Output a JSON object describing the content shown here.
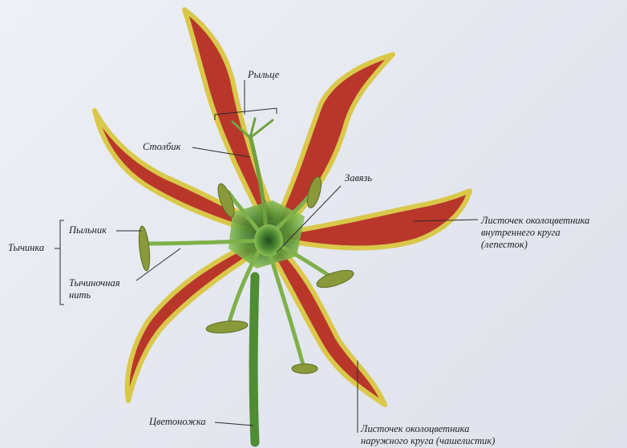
{
  "labels": {
    "stigma": "Рыльце",
    "style": "Столбик",
    "ovary": "Завязь",
    "anther": "Пыльник",
    "stamen": "Тычинка",
    "filament": "Тычиночная\nнить",
    "inner_tepal": "Листочек околоцветника\nвнутреннего круга\n(лепесток)",
    "outer_tepal": "Листочек околоцветника\nнаружного круга (чашелистик)",
    "pedicel": "Цветоножка"
  },
  "colors": {
    "petal_red": "#b8372a",
    "petal_yellow": "#d9c84a",
    "green": "#5f9a3c",
    "dark_green": "#2f5a24",
    "leader_line": "#2b2b2b"
  }
}
